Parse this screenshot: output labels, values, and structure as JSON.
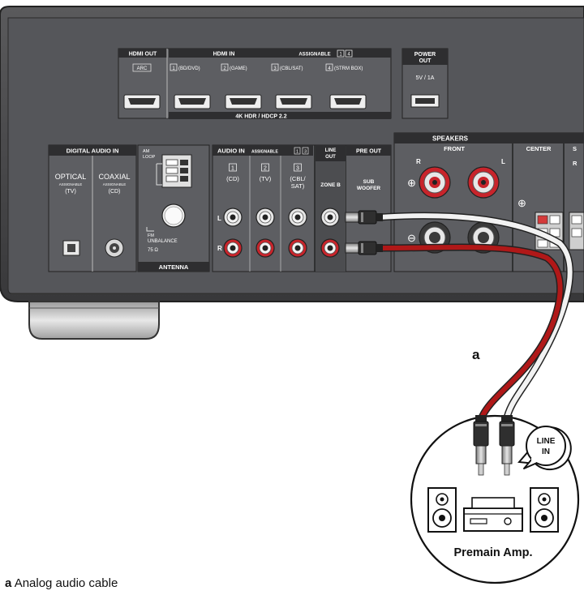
{
  "panel": {
    "hdmi_out": {
      "header": "HDMI OUT",
      "sub": "ARC"
    },
    "hdmi_in": {
      "header": "HDMI IN",
      "assignable": "ASSIGNABLE",
      "assign_1": "1",
      "assign_4": "4",
      "inputs": [
        {
          "num": "1",
          "name": "(BD/DVD)"
        },
        {
          "num": "2",
          "name": "(GAME)"
        },
        {
          "num": "3",
          "name": "(CBL/SAT)"
        },
        {
          "num": "4",
          "name": "(STRM BOX)"
        }
      ]
    },
    "hdmi_footer": "4K HDR / HDCP 2.2",
    "power_out": {
      "line1": "POWER",
      "line2": "OUT",
      "rating": "5V / 1A"
    },
    "digital_audio": {
      "header": "DIGITAL AUDIO IN",
      "optical": "OPTICAL",
      "optical_assign": "ASSIGNABLE",
      "optical_src": "(TV)",
      "coaxial": "COAXIAL",
      "coaxial_assign": "ASSIGNABLE",
      "coaxial_src": "(CD)"
    },
    "antenna": {
      "fm_loop_1": "AM",
      "fm_loop_2": "LOOP",
      "fm_1": "FM",
      "fm_2": "UNBALANCE",
      "ohm": "75 Ω",
      "footer": "ANTENNA"
    },
    "audio_in": {
      "header": "AUDIO IN",
      "assignable": "ASSIGNABLE",
      "a1": "1",
      "a3": "3",
      "channels": [
        {
          "num": "1",
          "src": "(CD)",
          "src2": ""
        },
        {
          "num": "2",
          "src": "(TV)",
          "src2": ""
        },
        {
          "num": "3",
          "src": "(CBL/",
          "src2": "SAT)"
        }
      ],
      "label_l": "L",
      "label_r": "R"
    },
    "line_out": {
      "line1": "LINE",
      "line2": "OUT",
      "zone": "ZONE B"
    },
    "pre_out": {
      "header": "PRE OUT",
      "sub1": "SUB",
      "sub2": "WOOFER"
    },
    "speakers": {
      "header": "SPEAKERS",
      "front": "FRONT",
      "center": "CENTER",
      "label_r": "R",
      "label_l": "L",
      "plus": "⊕",
      "minus": "⊖",
      "surround_partial": "S",
      "surround_r": "R"
    }
  },
  "callouts": {
    "cable_label": "a",
    "line_in_1": "LINE",
    "line_in_2": "IN",
    "device": "Premain Amp."
  },
  "caption": {
    "marker": "a",
    "text": "Analog audio cable"
  },
  "colors": {
    "chassis": "#4a4a4c",
    "panel_face": "#d9d9d9",
    "label_bar": "#3a3a3a",
    "cable_white": "#f2f2f2",
    "cable_red": "#b01818",
    "jack_red": "#c8242b"
  }
}
